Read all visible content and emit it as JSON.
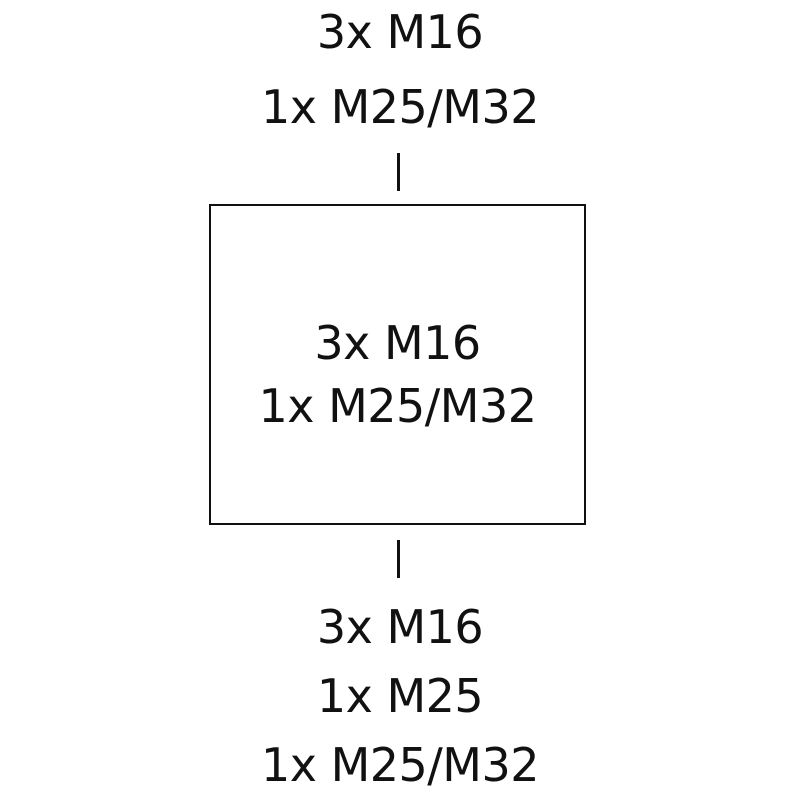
{
  "top_entries": {
    "line1": "3x M16",
    "line2": "1x M25/M32"
  },
  "box_entries": {
    "line1": "3x M16",
    "line2": "1x M25/M32"
  },
  "bottom_entries": {
    "line1": "3x M16",
    "line2": "1x M25",
    "line3": "1x M25/M32"
  }
}
